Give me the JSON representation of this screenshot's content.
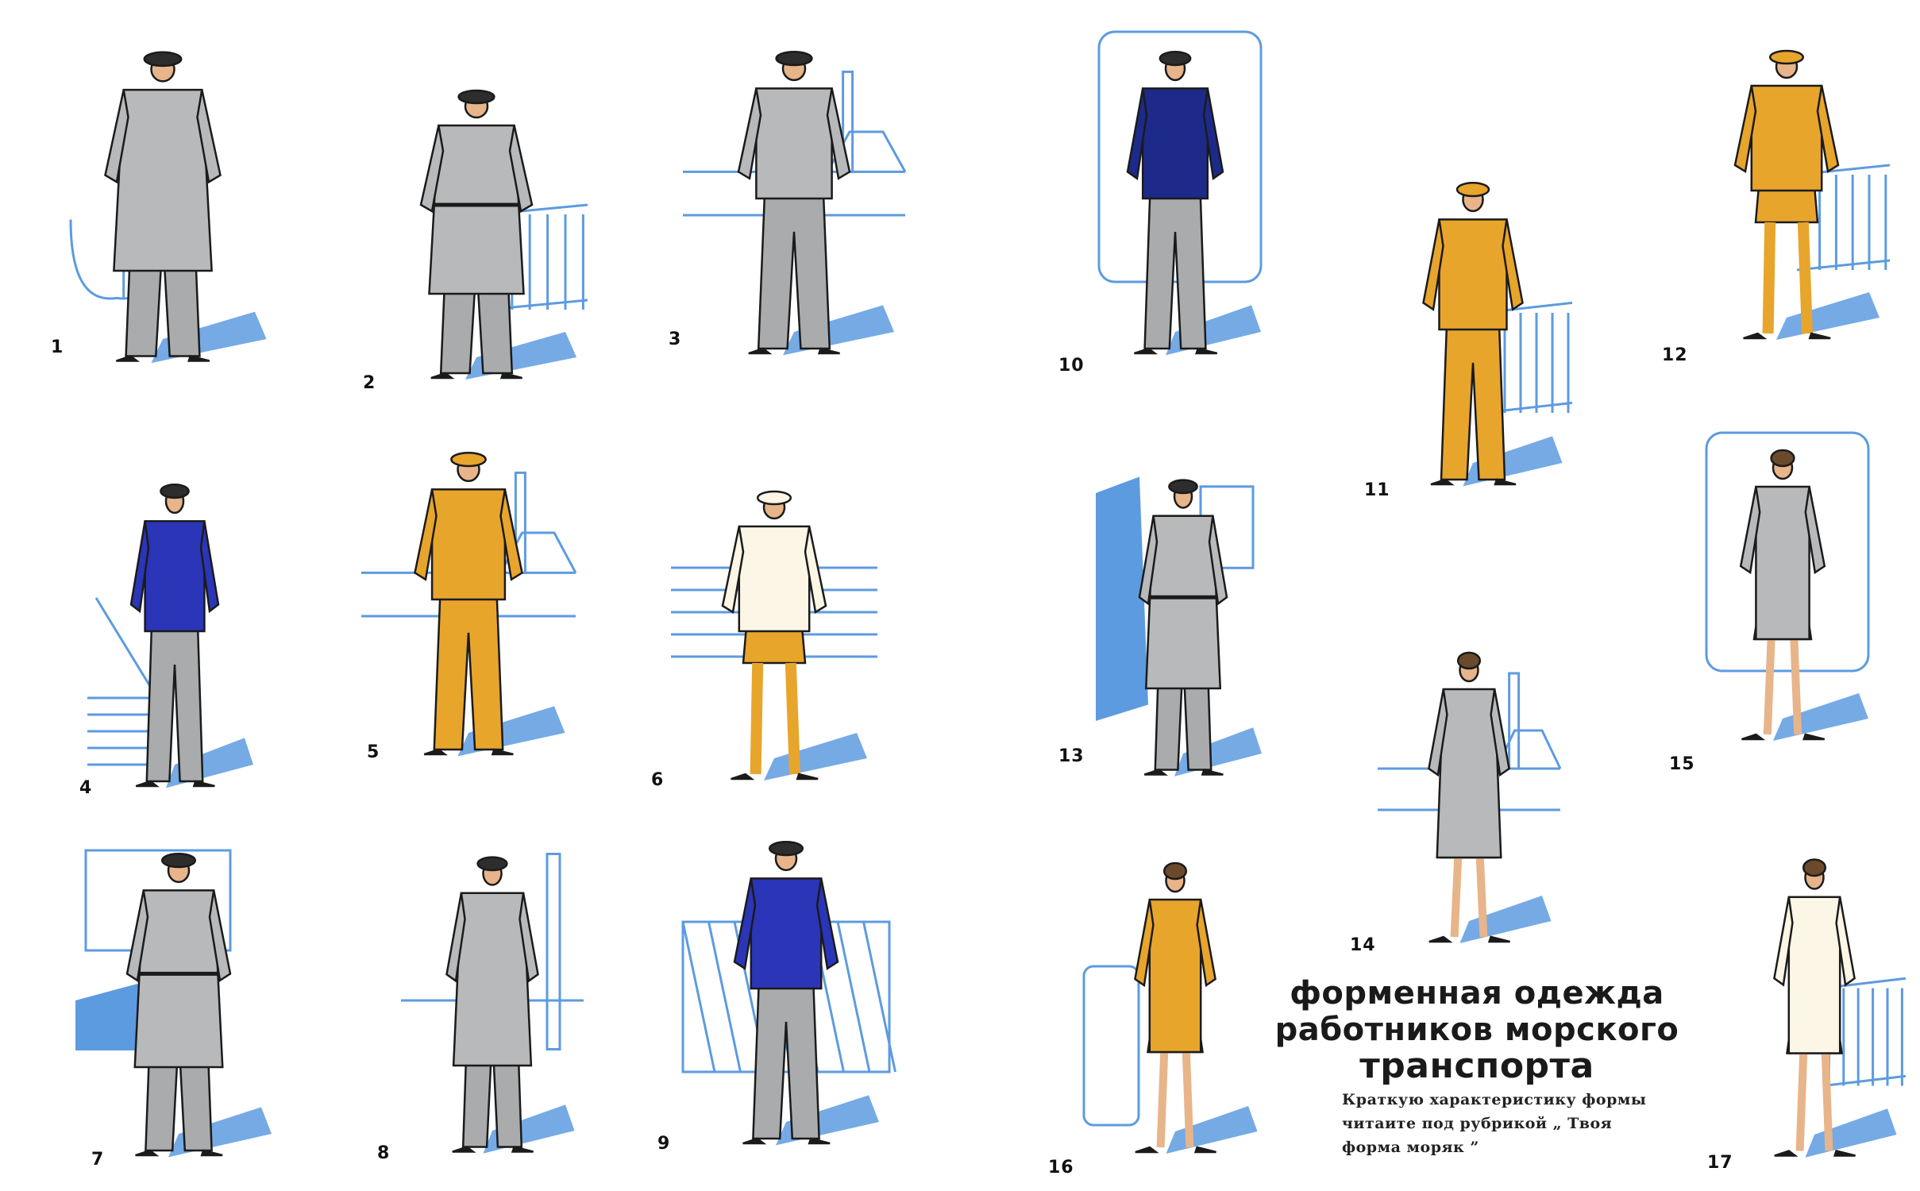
{
  "page": {
    "title_lines": [
      "форменная одежда",
      "работников морского",
      "транспорта"
    ],
    "caption_lines": [
      "Краткую характеристику формы",
      "читаите под рубрикой „ Твоя",
      "форма моряк ”"
    ]
  },
  "colors": {
    "gray_coat": "#b7b9bb",
    "gray_trousers": "#a9abad",
    "blue_jacket": "#2b35b8",
    "navy_sweater": "#1e2a8a",
    "mustard": "#e8a52c",
    "white_shirt": "#fbf6e6",
    "sky_blue": "#5d9be0",
    "outline": "#1b1b1b",
    "skin": "#e8b48a",
    "cap": "#2d2d2d"
  },
  "figures": [
    {
      "number": "1",
      "outfit": "coat"
    },
    {
      "number": "2",
      "outfit": "coat-belt"
    },
    {
      "number": "3",
      "outfit": "suit"
    },
    {
      "number": "4",
      "outfit": "jacket-blue"
    },
    {
      "number": "5",
      "outfit": "mustard-suit"
    },
    {
      "number": "6",
      "outfit": "white-shorts"
    },
    {
      "number": "7",
      "outfit": "coat-belt"
    },
    {
      "number": "8",
      "outfit": "coat"
    },
    {
      "number": "9",
      "outfit": "jacket-blue"
    },
    {
      "number": "10",
      "outfit": "sweater"
    },
    {
      "number": "11",
      "outfit": "mustard-suit"
    },
    {
      "number": "12",
      "outfit": "mustard-shorts"
    },
    {
      "number": "13",
      "outfit": "coat-belt"
    },
    {
      "number": "14",
      "outfit": "woman-coat"
    },
    {
      "number": "15",
      "outfit": "woman-suit"
    },
    {
      "number": "16",
      "outfit": "woman-mustard"
    },
    {
      "number": "17",
      "outfit": "woman-white"
    }
  ]
}
